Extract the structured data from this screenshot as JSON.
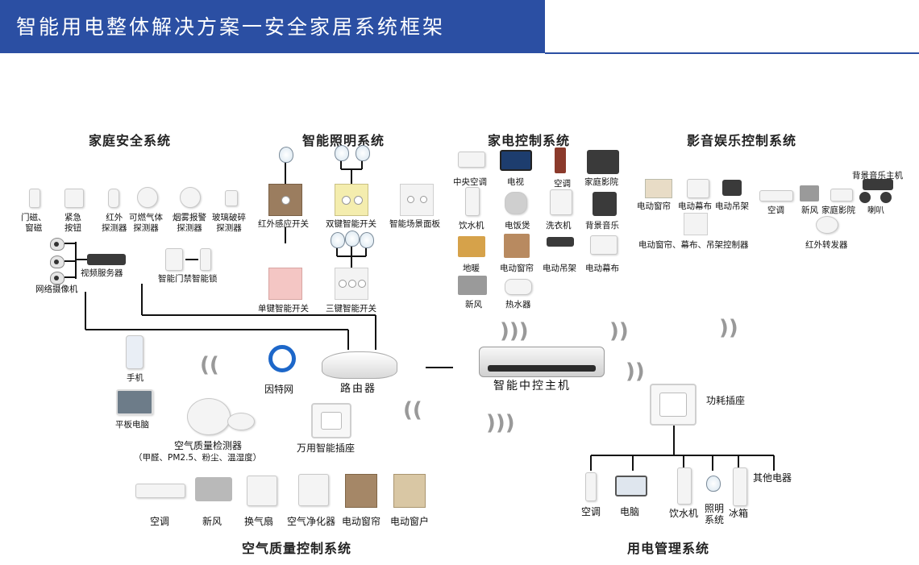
{
  "title": "智能用电整体解决方案一安全家居系统框架",
  "sections": {
    "security": "家庭安全系统",
    "lighting": "智能照明系统",
    "appliance": "家电控制系统",
    "av": "影音娱乐控制系统",
    "air": "空气质量控制系统",
    "power": "用电管理系统"
  },
  "security": {
    "door_magnet": "门磁、\n窗磁",
    "panic_button": "紧急\n按钮",
    "ir_detector": "红外\n探测器",
    "gas_detector": "可燃气体\n探测器",
    "smoke_detector": "烟雾报警\n探测器",
    "glass_detector": "玻璃破碎\n探测器",
    "video_server": "视频服务器",
    "network_camera": "网络摄像机",
    "door_lock": "智能门禁智能锁"
  },
  "lighting": {
    "ir_switch": "红外感应开关",
    "double_switch": "双键智能开关",
    "scene_panel": "智能场景面板",
    "single_switch": "单键智能开关",
    "triple_switch": "三键智能开关"
  },
  "appliance": {
    "central_ac": "中央空调",
    "tv": "电视",
    "ac": "空调",
    "home_theater": "家庭影院",
    "water_dispenser": "饮水机",
    "rice_cooker": "电饭煲",
    "washer": "洗衣机",
    "bg_music": "背景音乐",
    "floor_heating": "地暖",
    "curtain": "电动窗帘",
    "hanger": "电动吊架",
    "screen": "电动幕布",
    "fresh_air": "新风",
    "water_heater": "热水器"
  },
  "av": {
    "curtain": "电动窗帘",
    "screen": "电动幕布",
    "hanger": "电动吊架",
    "ac": "空调",
    "fresh_air": "新风",
    "home_theater": "家庭影院",
    "bg_music_host": "背景音乐主机",
    "speaker": "喇叭",
    "controller": "电动窗帘、幕布、吊架控制器",
    "ir_transmitter": "红外转发器"
  },
  "center": {
    "phone": "手机",
    "internet": "因特网",
    "router": "路由器",
    "hub": "智能中控主机",
    "tablet": "平板电脑",
    "air_detector": "空气质量检测器",
    "air_detector_note": "（甲醛、PM2.5、粉尘、温湿度）",
    "universal_socket": "万用智能插座"
  },
  "air": {
    "ac": "空调",
    "fresh_air": "新风",
    "fan": "换气扇",
    "purifier": "空气净化器",
    "curtain": "电动窗帘",
    "window": "电动窗户"
  },
  "power": {
    "meter_socket": "功耗插座",
    "ac": "空调",
    "computer": "电脑",
    "water_dispenser": "饮水机",
    "lighting": "照明\n系统",
    "fridge": "冰箱",
    "other": "其他电器"
  },
  "colors": {
    "banner": "#2b4fa3",
    "wire": "#111111",
    "wifi": "#999999"
  }
}
